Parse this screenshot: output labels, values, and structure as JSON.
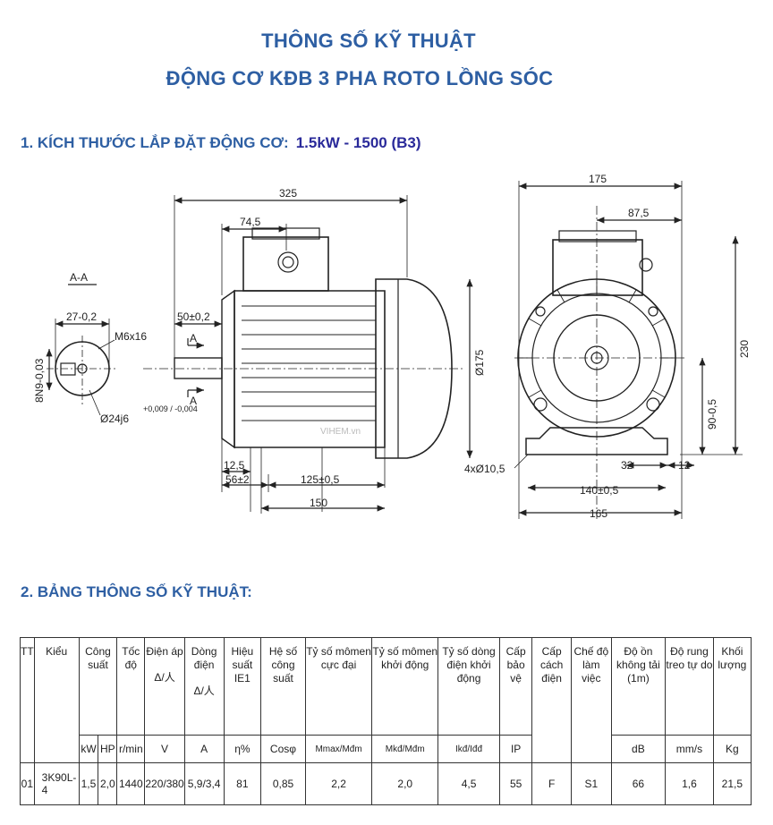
{
  "title_line1": "THÔNG SỐ KỸ THUẬT",
  "title_line2": "ĐỘNG CƠ KĐB 3 PHA ROTO LỒNG SÓC",
  "section1": {
    "label": "1. KÍCH THƯỚC LẮP ĐẶT ĐỘNG CƠ:",
    "highlight": "1.5kW - 1500 (B3)"
  },
  "section2": {
    "label": "2. BẢNG THÔNG SỐ KỸ THUẬT:"
  },
  "drawing": {
    "section_aa": "A-A",
    "dim_27": "27-0,2",
    "dim_m6": "M6x16",
    "dim_8n9": "8N9-0,03",
    "dim_24": "Ø24j6",
    "dim_24_tol": "+0,009 / -0,004",
    "dim_325": "325",
    "dim_745": "74,5",
    "dim_50": "50±0,2",
    "label_a": "A",
    "dim_175d": "Ø175",
    "dim_125l": "12,5",
    "dim_56": "56±2",
    "dim_125": "125±0,5",
    "dim_150": "150",
    "dim_175": "175",
    "dim_875": "87,5",
    "dim_230": "230",
    "dim_90": "90-0,5",
    "dim_holes": "4xØ10,5",
    "dim_32": "32",
    "dim_12": "12",
    "dim_140": "140±0,5",
    "dim_165": "165",
    "watermark": "VIHEM.vn"
  },
  "table": {
    "headers": [
      "TT",
      "Kiểu",
      "Công suất",
      "Tốc độ",
      "Điện áp",
      "Dòng điện",
      "Hiệu suất IE1",
      "Hệ số công suất",
      "Tỷ số mômen cực đại",
      "Tỷ số mômen khởi động",
      "Tỷ số dòng điện khởi động",
      "Cấp bảo vệ",
      "Cấp cách điện",
      "Chế độ làm việc",
      "Độ ồn không tải (1m)",
      "Độ rung treo tự do",
      "Khối lượng"
    ],
    "voltage_symbol": "Δ/人",
    "current_symbol": "Δ/人",
    "units": [
      "kW",
      "HP",
      "r/min",
      "V",
      "A",
      "η%",
      "Cosφ",
      "Mmax/Mđm",
      "Mkđ/Mđm",
      "Ikđ/Iđđ",
      "IP",
      "dB",
      "mm/s",
      "Kg"
    ],
    "row": [
      "01",
      "3K90L-4",
      "1,5",
      "2,0",
      "1440",
      "220/380",
      "5,9/3,4",
      "81",
      "0,85",
      "2,2",
      "2,0",
      "4,5",
      "55",
      "F",
      "S1",
      "66",
      "1,6",
      "21,5"
    ]
  }
}
